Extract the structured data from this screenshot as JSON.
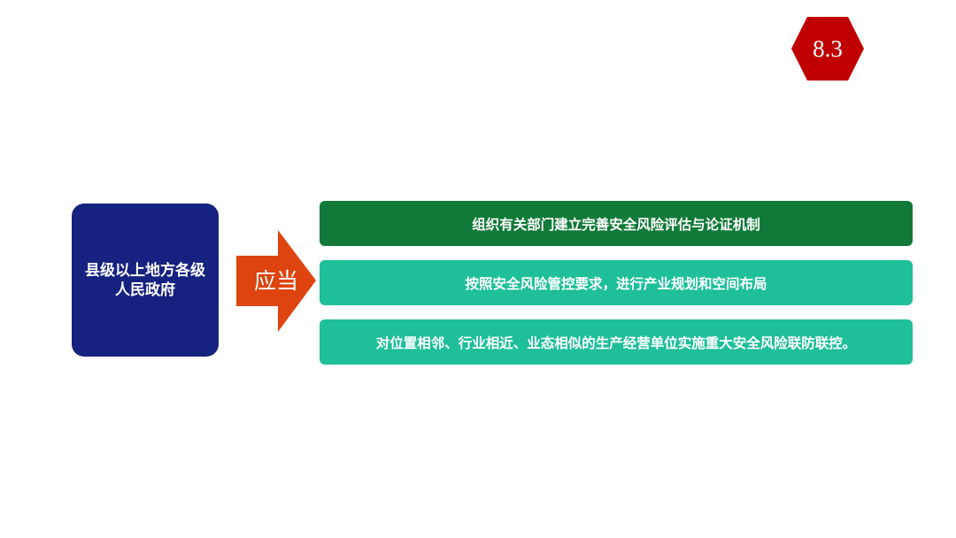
{
  "badge": {
    "label": "8.3",
    "color": "#c00000"
  },
  "subject": {
    "label": "县级以上地方各级人民政府",
    "color": "#16227f"
  },
  "connector": {
    "label": "应当",
    "color": "#de4410"
  },
  "actions": [
    {
      "text": "组织有关部门建立完善安全风险评估与论证机制",
      "color": "#127a38"
    },
    {
      "text": "按照安全风险管控要求，进行产业规划和空间布局",
      "color": "#1ebf99"
    },
    {
      "text": "对位置相邻、行业相近、业态相似的生产经营单位实施重大安全风险联防联控。",
      "color": "#1ebf99"
    }
  ]
}
